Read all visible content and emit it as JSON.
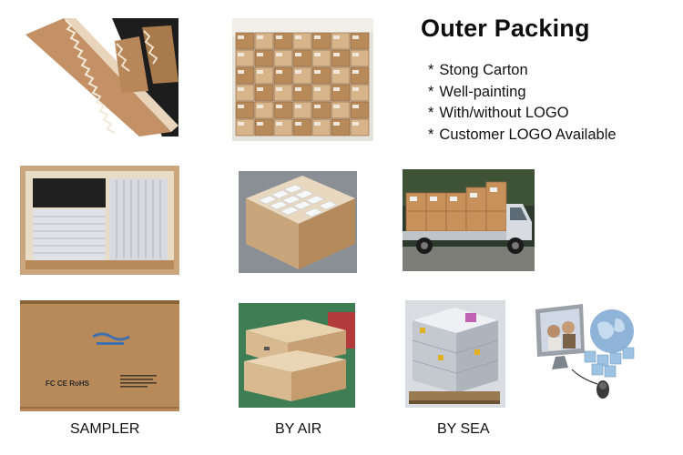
{
  "heading": {
    "title": "Outer Packing",
    "bullets": [
      {
        "mark": "*",
        "text": "Stong Carton"
      },
      {
        "mark": "*",
        "text": "Well-painting"
      },
      {
        "mark": "*",
        "text": "With/without LOGO"
      },
      {
        "mark": "*",
        "text": "Customer LOGO Available"
      }
    ]
  },
  "carton_print": {
    "logo_text": "",
    "marking_text": "FC CE RoHS"
  },
  "captions": {
    "sampler": "SAMPLER",
    "by_air": "BY AIR",
    "by_sea": "BY SEA"
  },
  "colors": {
    "kraft": "#b88a5a",
    "kraft_dark": "#8a6238",
    "kraft_light": "#d8b48a",
    "shadow_dark": "#1a1a1a",
    "background": "#ffffff",
    "logo_blue": "#3f6fae",
    "monitor_gray": "#9aa0a8",
    "cube_blue": "#8fb4d8"
  }
}
